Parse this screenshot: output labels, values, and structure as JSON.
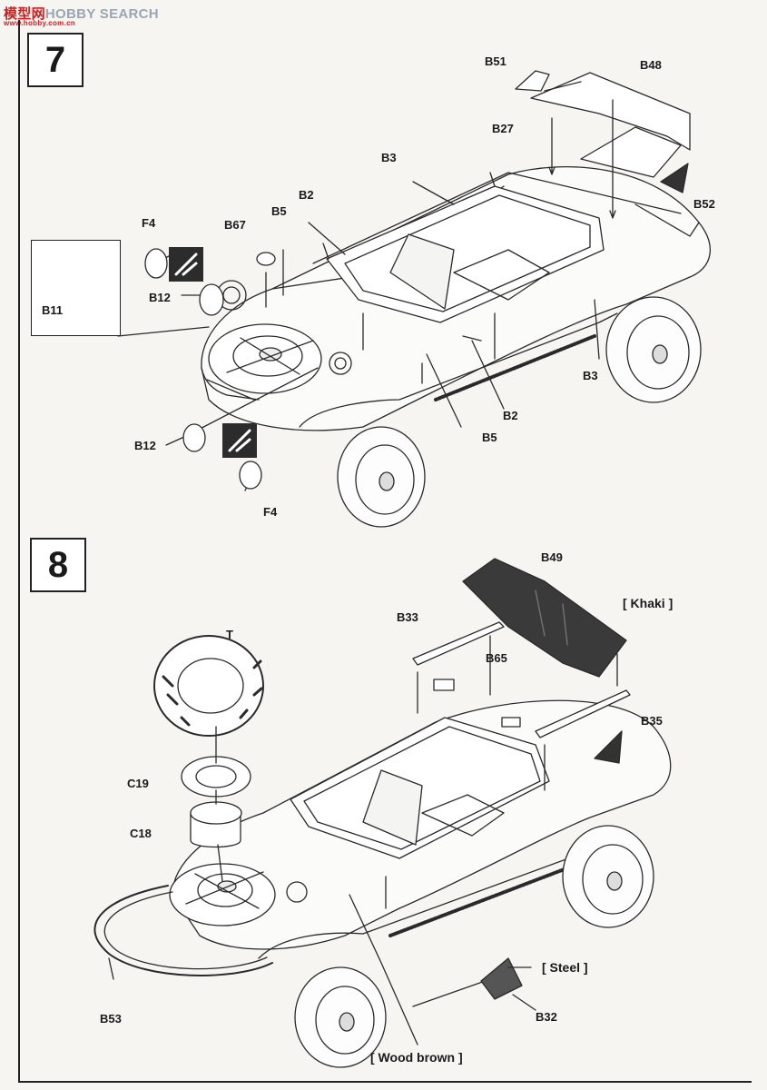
{
  "watermark": {
    "cn": "模型网",
    "en": "HOBBY SEARCH",
    "url": "www.hobby.com.cn"
  },
  "steps": [
    {
      "number": "7",
      "parts": [
        "B51",
        "B48",
        "B27",
        "B3",
        "B52",
        "B2",
        "F4",
        "B67",
        "B5",
        "B12",
        "B11",
        "B3",
        "B2",
        "B5",
        "B12",
        "F4"
      ]
    },
    {
      "number": "8",
      "parts": [
        "B49",
        "B33",
        "B65",
        "T",
        "B35",
        "C19",
        "C18",
        "B53",
        "B32"
      ]
    }
  ],
  "paints": {
    "khaki": "[ Khaki ]",
    "steel": "[ Steel ]",
    "wood": "[ Wood brown ]"
  },
  "icons": [
    "glue-icon",
    "glue-icon",
    "glue-icon"
  ]
}
